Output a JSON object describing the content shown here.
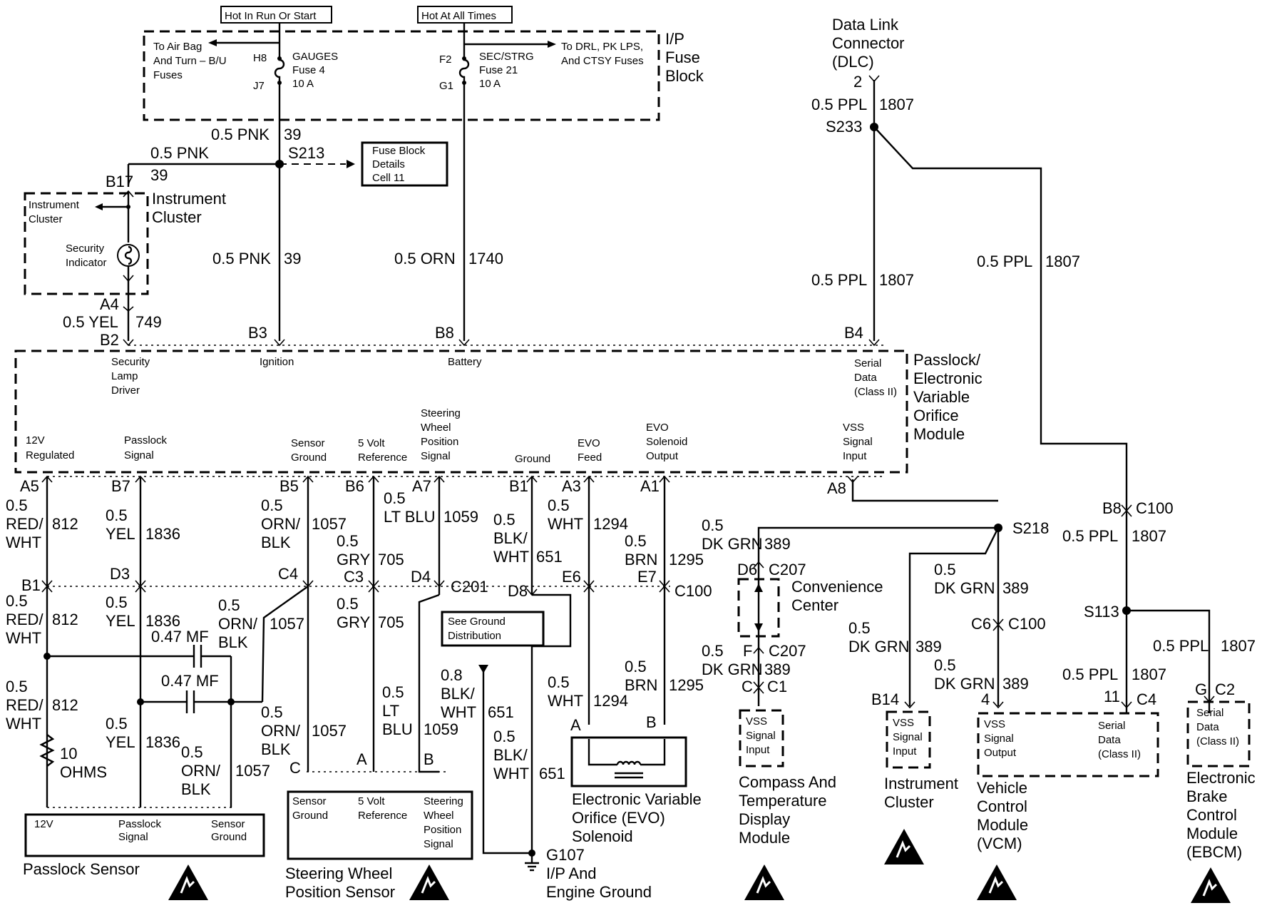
{
  "fuse_block": {
    "title": [
      "I/P",
      "Fuse",
      "Block"
    ],
    "hot_run_start": "Hot In Run Or Start",
    "hot_all_times": "Hot At All Times",
    "to_airbag": [
      "To Air Bag",
      "And Turn – B/U",
      "Fuses"
    ],
    "to_drl": [
      "To DRL, PK LPS,",
      "And CTSY Fuses"
    ],
    "gauges_fuse": [
      "GAUGES",
      "Fuse 4",
      "10 A"
    ],
    "secstrg_fuse": [
      "SEC/STRG",
      "Fuse 21",
      "10 A"
    ],
    "pins": {
      "h8": "H8",
      "j7": "J7",
      "f2": "F2",
      "g1": "G1"
    },
    "details_ref": [
      "Fuse Block",
      "Details",
      "Cell 11"
    ]
  },
  "dlc": {
    "title": [
      "Data Link",
      "Connector",
      "(DLC)"
    ],
    "pin": "2"
  },
  "instrument_cluster_top": {
    "title": [
      "Instrument",
      "Cluster"
    ],
    "inner_label": [
      "Instrument",
      "Cluster"
    ],
    "indicator": [
      "Security",
      "Indicator"
    ],
    "pins": {
      "b17": "B17",
      "a4": "A4",
      "b2": "B2"
    }
  },
  "module": {
    "title": [
      "Passlock/",
      "Electronic",
      "Variable",
      "Orifice",
      "Module"
    ],
    "top_pins": {
      "b3": "B3",
      "b8": "B8",
      "b4": "B4"
    },
    "labels": {
      "security_lamp": [
        "Security",
        "Lamp",
        "Driver"
      ],
      "ignition": "Ignition",
      "battery": "Battery",
      "serial_data": [
        "Serial",
        "Data",
        "(Class II)"
      ],
      "v12": [
        "12V",
        "Regulated"
      ],
      "passlock": [
        "Passlock",
        "Signal"
      ],
      "sensor_ground": [
        "Sensor",
        "Ground"
      ],
      "ref5v": [
        "5 Volt",
        "Reference"
      ],
      "steering": [
        "Steering",
        "Wheel",
        "Position",
        "Signal"
      ],
      "ground": "Ground",
      "evo_feed": [
        "EVO",
        "Feed"
      ],
      "evo_sol": [
        "EVO",
        "Solenoid",
        "Output"
      ],
      "vss": [
        "VSS",
        "Signal",
        "Input"
      ]
    },
    "bottom_pins": {
      "a5": "A5",
      "b7": "B7",
      "b5": "B5",
      "b6": "B6",
      "a7": "A7",
      "b1": "B1",
      "a3": "A3",
      "a1": "A1",
      "a8": "A8"
    }
  },
  "wires": {
    "pnk39": [
      "0.5 PNK",
      "39"
    ],
    "orn1740": [
      "0.5 ORN",
      "1740"
    ],
    "ppl1807": [
      "0.5 PPL",
      "1807"
    ],
    "yel749": [
      "0.5 YEL",
      "749"
    ],
    "red812": [
      "0.5",
      "RED/",
      "WHT",
      "812"
    ],
    "yel1836": [
      "0.5",
      "YEL",
      "1836"
    ],
    "ornblk1057": [
      "0.5",
      "ORN/",
      "BLK",
      "1057"
    ],
    "gry705": [
      "0.5",
      "GRY",
      "705"
    ],
    "ltblu1059": [
      "0.5",
      "LT BLU",
      "1059"
    ],
    "ltblu1059b": [
      "0.5",
      "LT",
      "BLU",
      "1059"
    ],
    "blkwht651": [
      "0.5",
      "BLK/",
      "WHT",
      "651"
    ],
    "blkwht651b": [
      "0.8",
      "BLK/",
      "WHT",
      "651"
    ],
    "wht1294": [
      "0.5",
      "WHT",
      "1294"
    ],
    "brn1295": [
      "0.5",
      "BRN",
      "1295"
    ],
    "dkgrn389": [
      "0.5",
      "DK GRN",
      "389"
    ]
  },
  "splices": {
    "s213": "S213",
    "s233": "S233",
    "s218": "S218",
    "s113": "S113"
  },
  "capacitors": {
    "c1": "0.47 MF",
    "c2": "0.47 MF"
  },
  "resistor": [
    "10",
    "OHMS"
  ],
  "connectors": {
    "c201": "C201",
    "c100": "C100",
    "c207": "C207",
    "c1": "C1",
    "c2": "C2",
    "c4": "C4",
    "b1": "B1",
    "d3": "D3",
    "c4pin": "C4",
    "c3": "C3",
    "d4": "D4",
    "d8": "D8",
    "e6": "E6",
    "e7": "E7",
    "b8": "B8",
    "c6": "C6",
    "d6": "D6",
    "f": "F",
    "c": "C",
    "g": "G",
    "p11": "11",
    "p4": "4",
    "b14": "B14",
    "c_sws": "C",
    "a_sws": "A",
    "b_sws": "B",
    "a_evo": "A",
    "b_evo": "B"
  },
  "ground_ref": [
    "See Ground",
    "Distribution"
  ],
  "ground": {
    "id": "G107",
    "label": [
      "I/P And",
      "Engine Ground"
    ]
  },
  "passlock_sensor": {
    "title": "Passlock Sensor",
    "pins": {
      "v12": "12V",
      "signal": [
        "Passlock",
        "Signal"
      ],
      "ground": [
        "Sensor",
        "Ground"
      ]
    }
  },
  "sws": {
    "title": [
      "Steering Wheel",
      "Position Sensor"
    ],
    "pins": {
      "ground": [
        "Sensor",
        "Ground"
      ],
      "ref": [
        "5 Volt",
        "Reference"
      ],
      "signal": [
        "Steering",
        "Wheel",
        "Position",
        "Signal"
      ]
    }
  },
  "evo_solenoid": {
    "title": [
      "Electronic Variable",
      "Orifice (EVO)",
      "Solenoid"
    ]
  },
  "convenience": {
    "title": [
      "Convenience",
      "Center"
    ]
  },
  "compass": {
    "title": [
      "Compass And",
      "Temperature",
      "Display",
      "Module"
    ],
    "box": [
      "VSS",
      "Signal",
      "Input"
    ]
  },
  "ic_bottom": {
    "title": [
      "Instrument",
      "Cluster"
    ],
    "box": [
      "VSS",
      "Signal",
      "Input"
    ]
  },
  "vcm": {
    "title": [
      "Vehicle",
      "Control",
      "Module",
      "(VCM)"
    ],
    "vss": [
      "VSS",
      "Signal",
      "Output"
    ],
    "serial": [
      "Serial",
      "Data",
      "(Class II)"
    ]
  },
  "ebcm": {
    "title": [
      "Electronic",
      "Brake",
      "Control",
      "Module",
      "(EBCM)"
    ],
    "box": [
      "Serial",
      "Data",
      "(Class II)"
    ]
  }
}
